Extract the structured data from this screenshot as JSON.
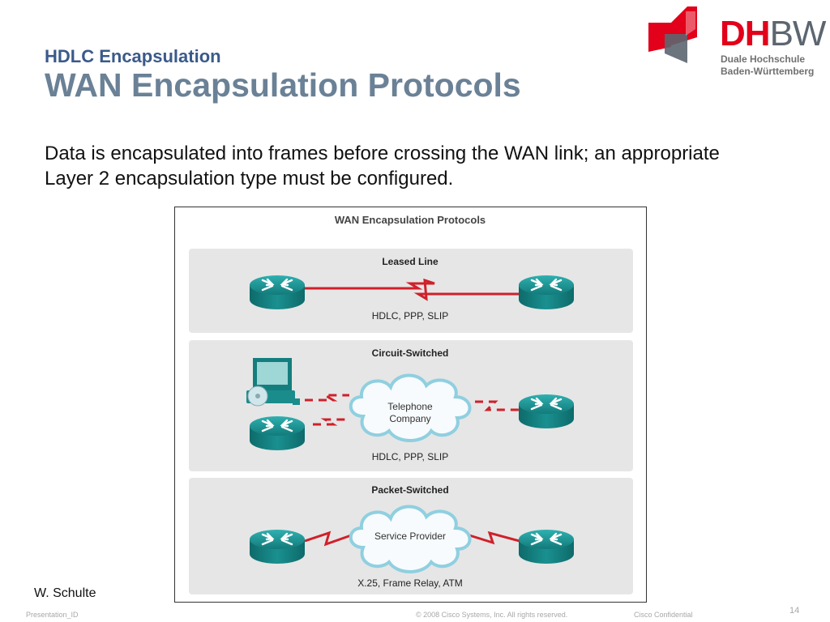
{
  "slide": {
    "subtitle": "HDLC Encapsulation",
    "title": "WAN Encapsulation Protocols",
    "body": "Data is encapsulated into frames before crossing the WAN link; an appropriate Layer 2 encapsulation type must be configured.",
    "author": "W. Schulte",
    "page_number": "14"
  },
  "logo": {
    "dh": "DH",
    "bw": "BW",
    "line1": "Duale Hochschule",
    "line2": "Baden-Württemberg",
    "colors": {
      "red": "#e2001a",
      "gray": "#5c6670"
    }
  },
  "figure": {
    "title": "WAN Encapsulation Protocols",
    "panels": [
      {
        "heading": "Leased Line",
        "protocols": "HDLC, PPP, SLIP"
      },
      {
        "heading": "Circuit-Switched",
        "protocols": "HDLC, PPP, SLIP",
        "cloud_lines": [
          "Telephone",
          "Company"
        ]
      },
      {
        "heading": "Packet-Switched",
        "protocols": "X.25, Frame Relay, ATM",
        "cloud_lines": [
          "Service Provider"
        ]
      }
    ],
    "colors": {
      "link_red": "#d0202a",
      "router_teal": "#1a8c8c",
      "panel_gray": "#e6e6e6"
    }
  },
  "footer": {
    "left": "Presentation_ID",
    "copyright": "© 2008 Cisco Systems, Inc. All rights reserved.",
    "confidential": "Cisco Confidential"
  }
}
